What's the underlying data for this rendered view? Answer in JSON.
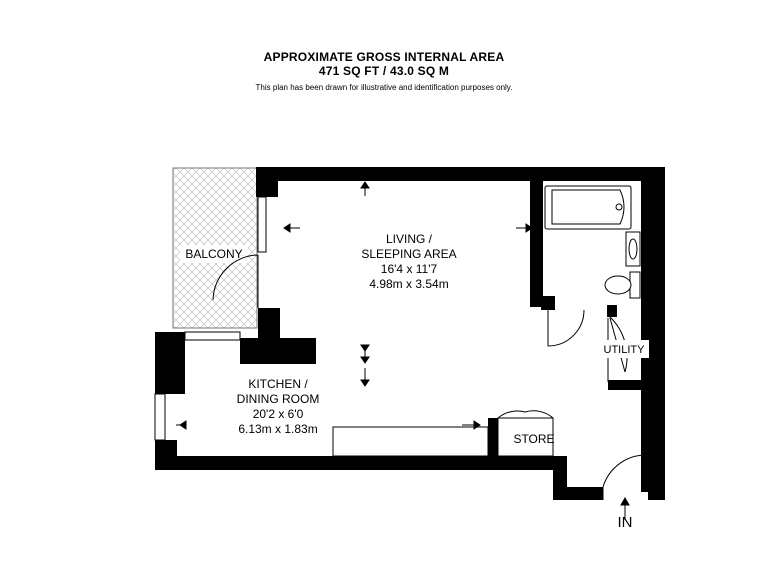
{
  "header": {
    "title": "APPROXIMATE GROSS INTERNAL AREA",
    "area": "471 SQ FT / 43.0 SQ M",
    "disclaimer": "This plan has been drawn for illustrative and identification purposes only."
  },
  "rooms": {
    "balcony": {
      "name": "BALCONY"
    },
    "living": {
      "name_line1": "LIVING /",
      "name_line2": "SLEEPING AREA",
      "imperial": "16'4 x 11'7",
      "metric": "4.98m x 3.54m"
    },
    "kitchen": {
      "name_line1": "KITCHEN /",
      "name_line2": "DINING ROOM",
      "imperial": "20'2 x 6'0",
      "metric": "6.13m x 1.83m"
    },
    "store": {
      "name": "STORE"
    },
    "utility": {
      "name": "UTILITY"
    }
  },
  "entrance": {
    "label": "IN"
  },
  "colors": {
    "wall": "#000000",
    "fixture": "#ffffff",
    "background": "#ffffff"
  }
}
